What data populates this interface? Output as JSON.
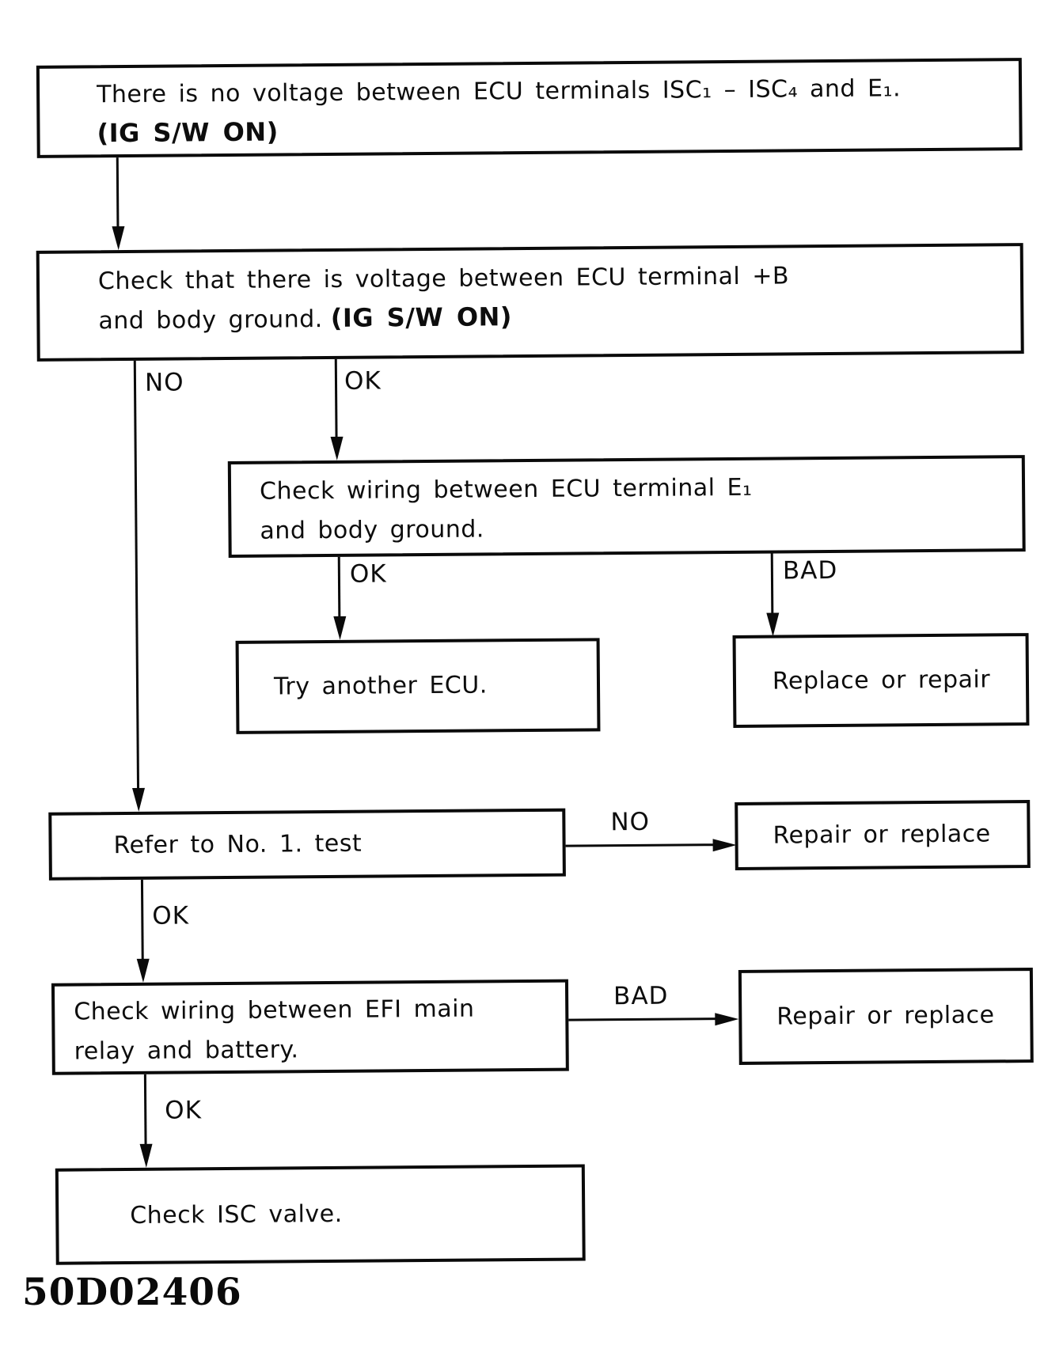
{
  "figure_code": "50D02406",
  "colors": {
    "ink": "#0a0a0a",
    "paper": "#ffffff"
  },
  "boxes": {
    "no_voltage": {
      "line1": "There is no voltage between ECU terminals ISC₁ – ISC₄ and E₁.",
      "line2_bold": "(IG S/W ON)"
    },
    "check_plus_b": {
      "line1": "Check that there is voltage between ECU terminal +B",
      "line2": "and body ground.",
      "line2_bold": "(IG S/W ON)"
    },
    "check_e1": {
      "line1": "Check wiring between ECU terminal E₁",
      "line2": "and body ground."
    },
    "try_ecu": {
      "text": "Try another ECU."
    },
    "replace_or_repair": {
      "text": "Replace or repair"
    },
    "refer_test": {
      "text": "Refer to No. 1. test"
    },
    "repair_or_replace_1": {
      "text": "Repair or replace"
    },
    "check_efi": {
      "line1": "Check wiring between EFI main",
      "line2": "relay and battery."
    },
    "repair_or_replace_2": {
      "text": "Repair or replace"
    },
    "check_isc": {
      "text": "Check ISC valve."
    }
  },
  "labels": {
    "b2_no": "NO",
    "b2_ok": "OK",
    "b3_ok": "OK",
    "b3_bad": "BAD",
    "b6_no": "NO",
    "b6_ok": "OK",
    "b8_bad": "BAD",
    "b8_ok": "OK"
  }
}
